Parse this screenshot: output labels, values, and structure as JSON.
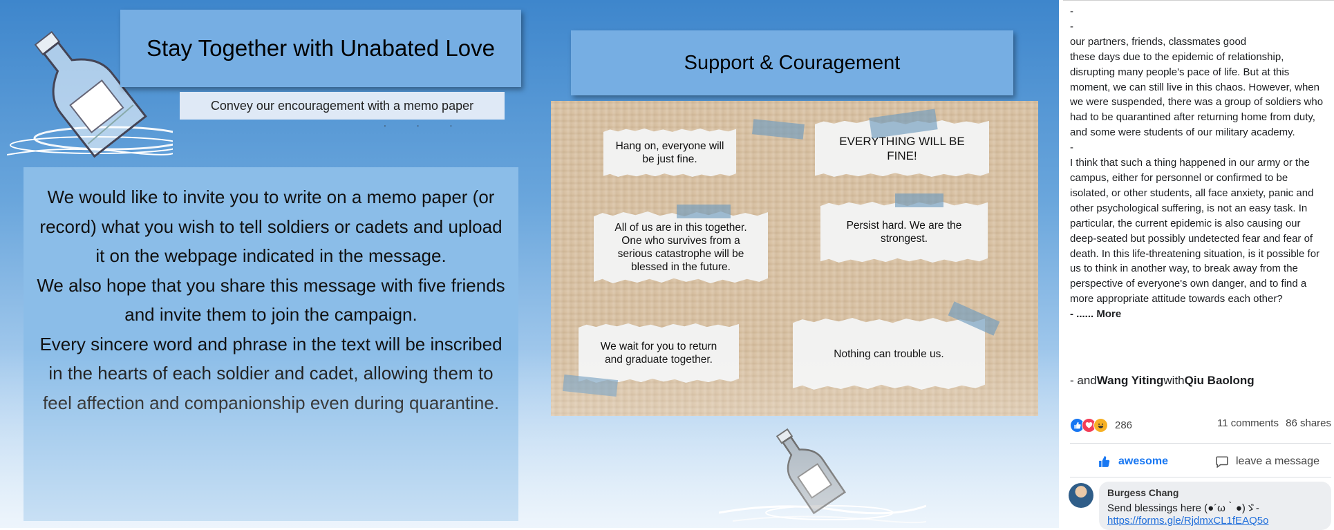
{
  "poster": {
    "title": "Stay Together with Unabated Love",
    "subtitle": "Convey our encouragement with a memo paper",
    "dots": ". . .",
    "invitation": [
      "We would like to invite you to write on a memo paper (or record) what you wish to tell soldiers or cadets and upload it on the webpage indicated in the message.",
      "We also hope that you share this message with five friends and invite them to join the campaign.",
      "Every sincere word and phrase in the text will be inscribed in the hearts of each soldier and cadet, allowing them to feel affection and companionship even during quarantine."
    ],
    "support_title": "Support  & Couragement",
    "memos": [
      "Hang on, everyone will be just fine.",
      "EVERYTHING WILL BE FINE!",
      "All of us are in this together. One who survives from a serious catastrophe will be blessed in the future.",
      "Persist hard. We are the strongest.",
      "We wait for you to return and graduate together.",
      "Nothing can trouble us."
    ]
  },
  "facebook": {
    "post_lines": [
      "-",
      "-",
      "our partners, friends, classmates good",
      "these days due to the epidemic of relationship, disrupting many people's pace of life. But at this moment, we can still live in this chaos. However, when we were suspended, there was a group of soldiers who had to be quarantined after returning home from duty, and some were students of our military academy.",
      "-",
      "I think that such a thing happened in our army or the campus, either for personnel or confirmed to be isolated, or other students, all face anxiety, panic and other psychological suffering, is not an easy task. In particular, the current epidemic is also causing our deep-seated but possibly undetected fear and fear of death. In this life-threatening situation, is it possible for us to think in another way, to break away from the perspective of everyone's own danger, and to find a more appropriate attitude towards each other?"
    ],
    "more_label": "- ...... More",
    "tag_prefix": "-  and",
    "tag_name1": "Wang Yiting",
    "tag_with": "with",
    "tag_name2": "Qiu Baolong",
    "reaction_count": "286",
    "comments_count": "11 comments",
    "shares_count": "86 shares",
    "like_label": "awesome",
    "comment_label": "leave a message",
    "comment": {
      "name": "Burgess Chang",
      "text": "Send blessings here (●´ω｀●)ゞ-",
      "link": "https://forms.gle/RjdmxCL1fEAQ5o"
    },
    "colors": {
      "like_blue": "#1877f2",
      "love_red": "#f33e58",
      "haha_yellow": "#f7b125",
      "link_blue": "#216fdb"
    }
  }
}
